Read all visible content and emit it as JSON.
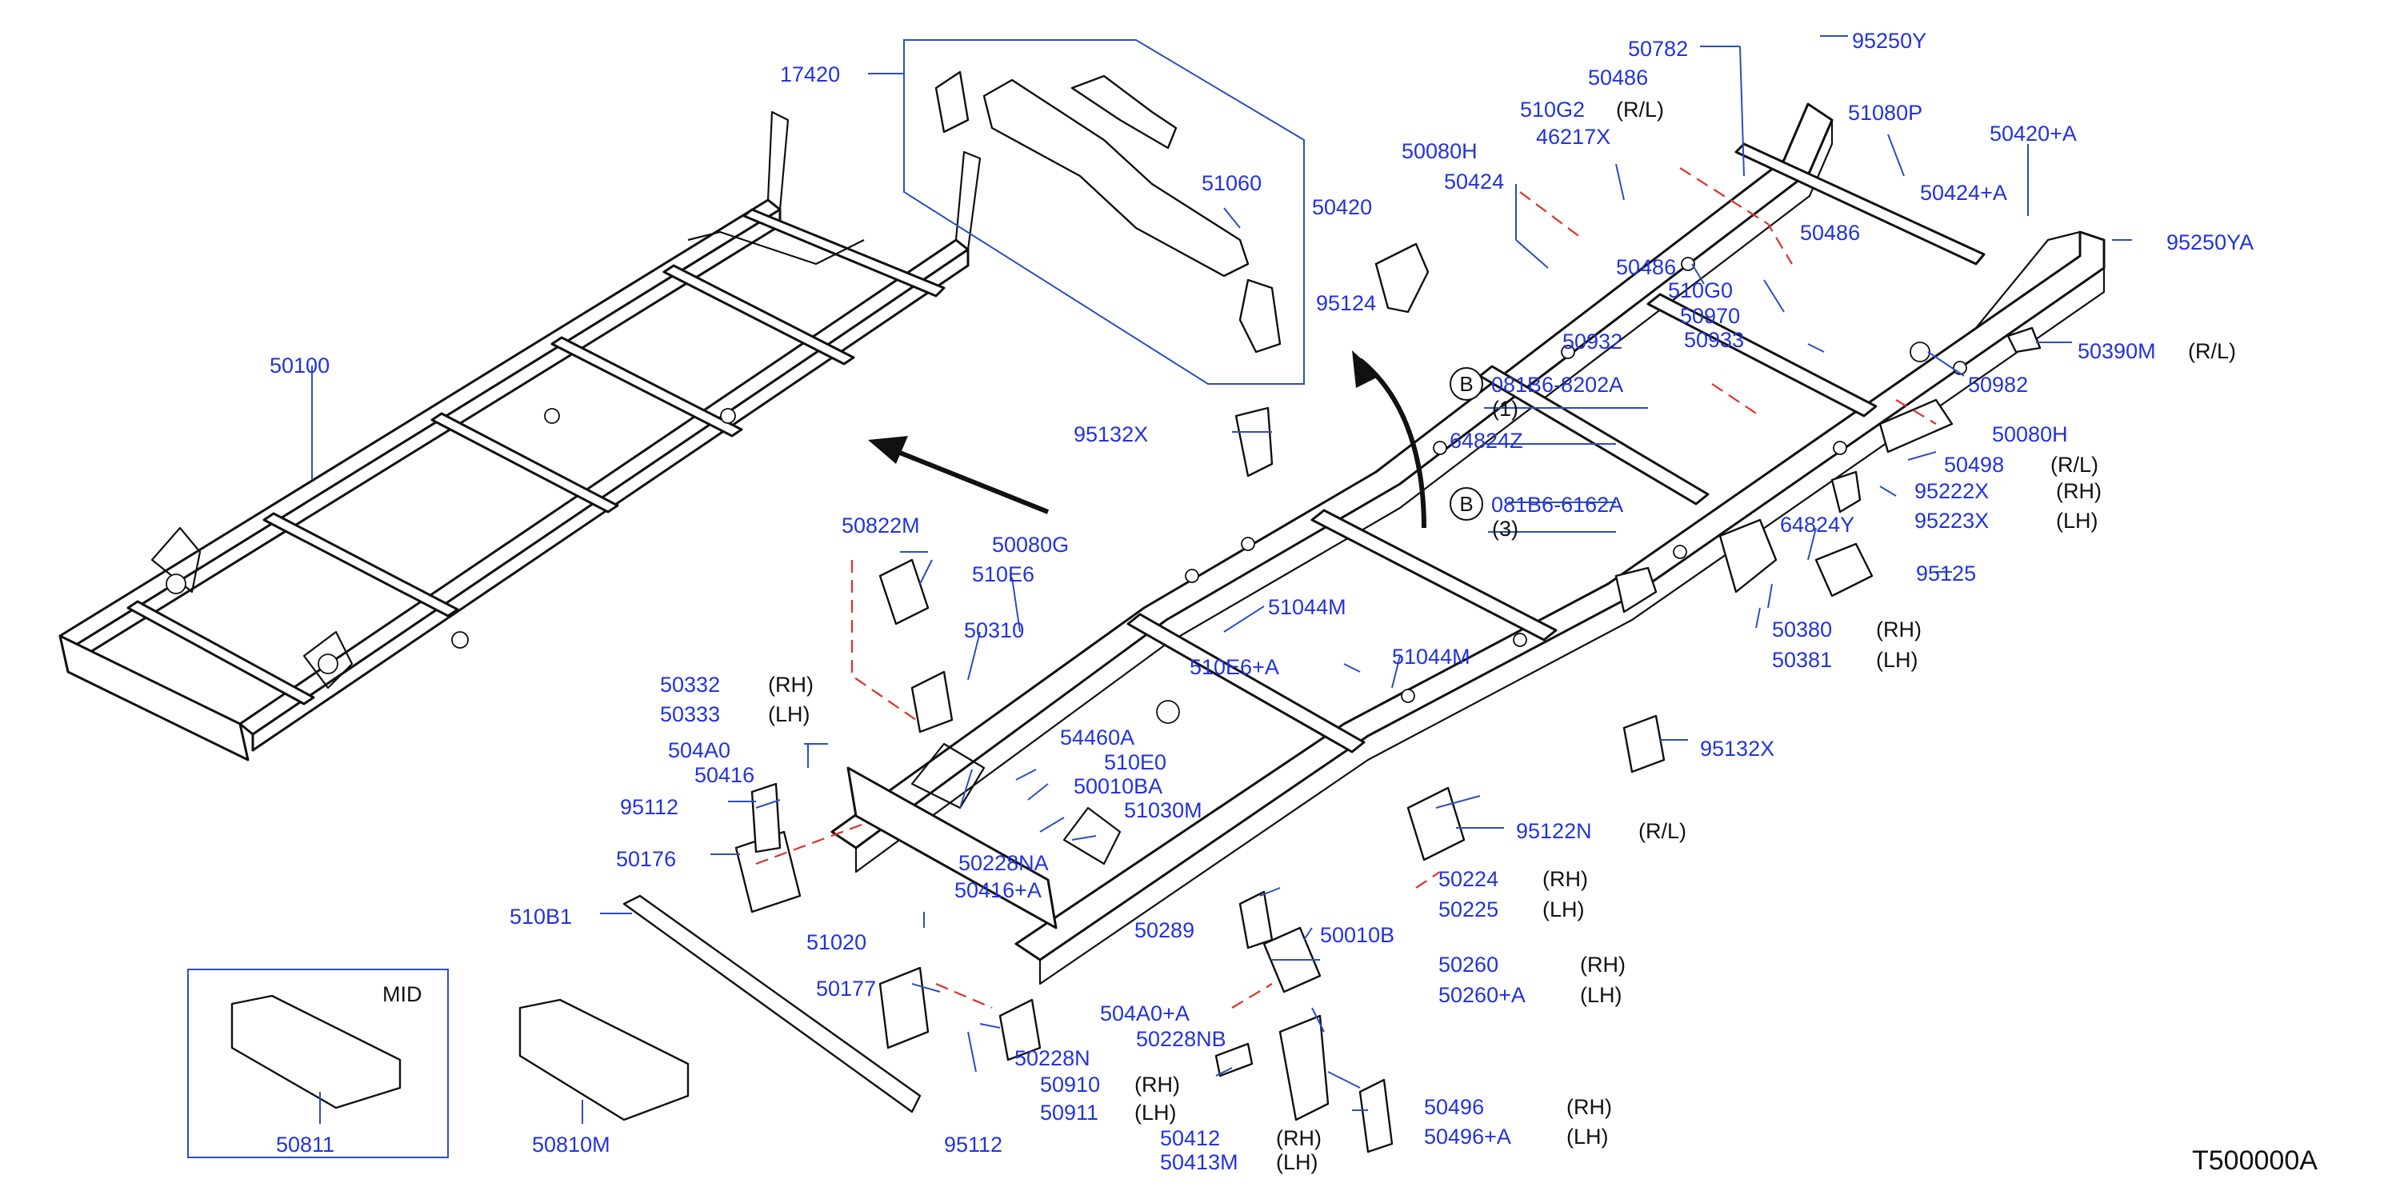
{
  "diagram_id": "T500000A",
  "inset_note": "MID",
  "circle_marker": "B",
  "callouts": [
    {
      "id": "17420",
      "text": "17420"
    },
    {
      "id": "51060",
      "text": "51060"
    },
    {
      "id": "50100",
      "text": "50100"
    },
    {
      "id": "50420",
      "text": "50420"
    },
    {
      "id": "50080H-top",
      "text": "50080H"
    },
    {
      "id": "50424",
      "text": "50424"
    },
    {
      "id": "510G2",
      "text": "510G2"
    },
    {
      "id": "46217X",
      "text": "46217X"
    },
    {
      "id": "50486-top",
      "text": "50486"
    },
    {
      "id": "50782",
      "text": "50782"
    },
    {
      "id": "95250Y",
      "text": "95250Y"
    },
    {
      "id": "51080P",
      "text": "51080P"
    },
    {
      "id": "50420A",
      "text": "50420+A"
    },
    {
      "id": "50424A",
      "text": "50424+A"
    },
    {
      "id": "50486-mid",
      "text": "50486"
    },
    {
      "id": "95250YA",
      "text": "95250YA"
    },
    {
      "id": "50486-low",
      "text": "50486"
    },
    {
      "id": "510G0",
      "text": "510G0"
    },
    {
      "id": "50970",
      "text": "50970"
    },
    {
      "id": "50933",
      "text": "50933"
    },
    {
      "id": "50932",
      "text": "50932"
    },
    {
      "id": "95124",
      "text": "95124"
    },
    {
      "id": "50982",
      "text": "50982"
    },
    {
      "id": "50390M",
      "text": "50390M"
    },
    {
      "id": "081B6-8202A",
      "text": "081B6-8202A"
    },
    {
      "id": "64824Z",
      "text": "64824Z"
    },
    {
      "id": "50080H-right",
      "text": "50080H"
    },
    {
      "id": "50498",
      "text": "50498"
    },
    {
      "id": "95222X",
      "text": "95222X"
    },
    {
      "id": "95223X",
      "text": "95223X"
    },
    {
      "id": "95132X-top",
      "text": "95132X"
    },
    {
      "id": "081B6-6162A",
      "text": "081B6-6162A"
    },
    {
      "id": "64824Y",
      "text": "64824Y"
    },
    {
      "id": "95125",
      "text": "95125"
    },
    {
      "id": "50380",
      "text": "50380"
    },
    {
      "id": "50381",
      "text": "50381"
    },
    {
      "id": "50822M",
      "text": "50822M"
    },
    {
      "id": "50080G",
      "text": "50080G"
    },
    {
      "id": "510E6",
      "text": "510E6"
    },
    {
      "id": "50310",
      "text": "50310"
    },
    {
      "id": "51044M-a",
      "text": "51044M"
    },
    {
      "id": "510E6A",
      "text": "510E6+A"
    },
    {
      "id": "51044M-b",
      "text": "51044M"
    },
    {
      "id": "50332",
      "text": "50332"
    },
    {
      "id": "50333",
      "text": "50333"
    },
    {
      "id": "504A0",
      "text": "504A0"
    },
    {
      "id": "50416",
      "text": "50416"
    },
    {
      "id": "54460A",
      "text": "54460A"
    },
    {
      "id": "510E0",
      "text": "510E0"
    },
    {
      "id": "50010BA",
      "text": "50010BA"
    },
    {
      "id": "51030M",
      "text": "51030M"
    },
    {
      "id": "95112-top",
      "text": "95112"
    },
    {
      "id": "50176",
      "text": "50176"
    },
    {
      "id": "50228NA",
      "text": "50228NA"
    },
    {
      "id": "50416A",
      "text": "50416+A"
    },
    {
      "id": "95132X-right",
      "text": "95132X"
    },
    {
      "id": "95122N",
      "text": "95122N"
    },
    {
      "id": "510B1",
      "text": "510B1"
    },
    {
      "id": "51020",
      "text": "51020"
    },
    {
      "id": "50224",
      "text": "50224"
    },
    {
      "id": "50225",
      "text": "50225"
    },
    {
      "id": "50289",
      "text": "50289"
    },
    {
      "id": "50010B",
      "text": "50010B"
    },
    {
      "id": "50260",
      "text": "50260"
    },
    {
      "id": "50260A",
      "text": "50260+A"
    },
    {
      "id": "50177",
      "text": "50177"
    },
    {
      "id": "504A0A",
      "text": "504A0+A"
    },
    {
      "id": "50228NB",
      "text": "50228NB"
    },
    {
      "id": "50228N",
      "text": "50228N"
    },
    {
      "id": "50910",
      "text": "50910"
    },
    {
      "id": "50911",
      "text": "50911"
    },
    {
      "id": "50412",
      "text": "50412"
    },
    {
      "id": "50413M",
      "text": "50413M"
    },
    {
      "id": "50496",
      "text": "50496"
    },
    {
      "id": "50496A",
      "text": "50496+A"
    },
    {
      "id": "95112-bottom",
      "text": "95112"
    },
    {
      "id": "50811",
      "text": "50811"
    },
    {
      "id": "50810M",
      "text": "50810M"
    }
  ],
  "notes": [
    {
      "id": "rl-510G2",
      "text": "(R/L)"
    },
    {
      "id": "rl-50390M",
      "text": "(R/L)"
    },
    {
      "id": "qty-1",
      "text": "(1)"
    },
    {
      "id": "rl-50498",
      "text": "(R/L)"
    },
    {
      "id": "rh-95222X",
      "text": "(RH)"
    },
    {
      "id": "lh-95223X",
      "text": "(LH)"
    },
    {
      "id": "qty-3",
      "text": "(3)"
    },
    {
      "id": "rh-50380",
      "text": "(RH)"
    },
    {
      "id": "lh-50381",
      "text": "(LH)"
    },
    {
      "id": "rh-50332",
      "text": "(RH)"
    },
    {
      "id": "lh-50333",
      "text": "(LH)"
    },
    {
      "id": "rl-95122N",
      "text": "(R/L)"
    },
    {
      "id": "rh-50224",
      "text": "(RH)"
    },
    {
      "id": "lh-50225",
      "text": "(LH)"
    },
    {
      "id": "rh-50260",
      "text": "(RH)"
    },
    {
      "id": "lh-50260A",
      "text": "(LH)"
    },
    {
      "id": "rh-50910",
      "text": "(RH)"
    },
    {
      "id": "lh-50911",
      "text": "(LH)"
    },
    {
      "id": "rh-50412",
      "text": "(RH)"
    },
    {
      "id": "lh-50413M",
      "text": "(LH)"
    },
    {
      "id": "rh-50496",
      "text": "(RH)"
    },
    {
      "id": "lh-50496A",
      "text": "(LH)"
    }
  ]
}
